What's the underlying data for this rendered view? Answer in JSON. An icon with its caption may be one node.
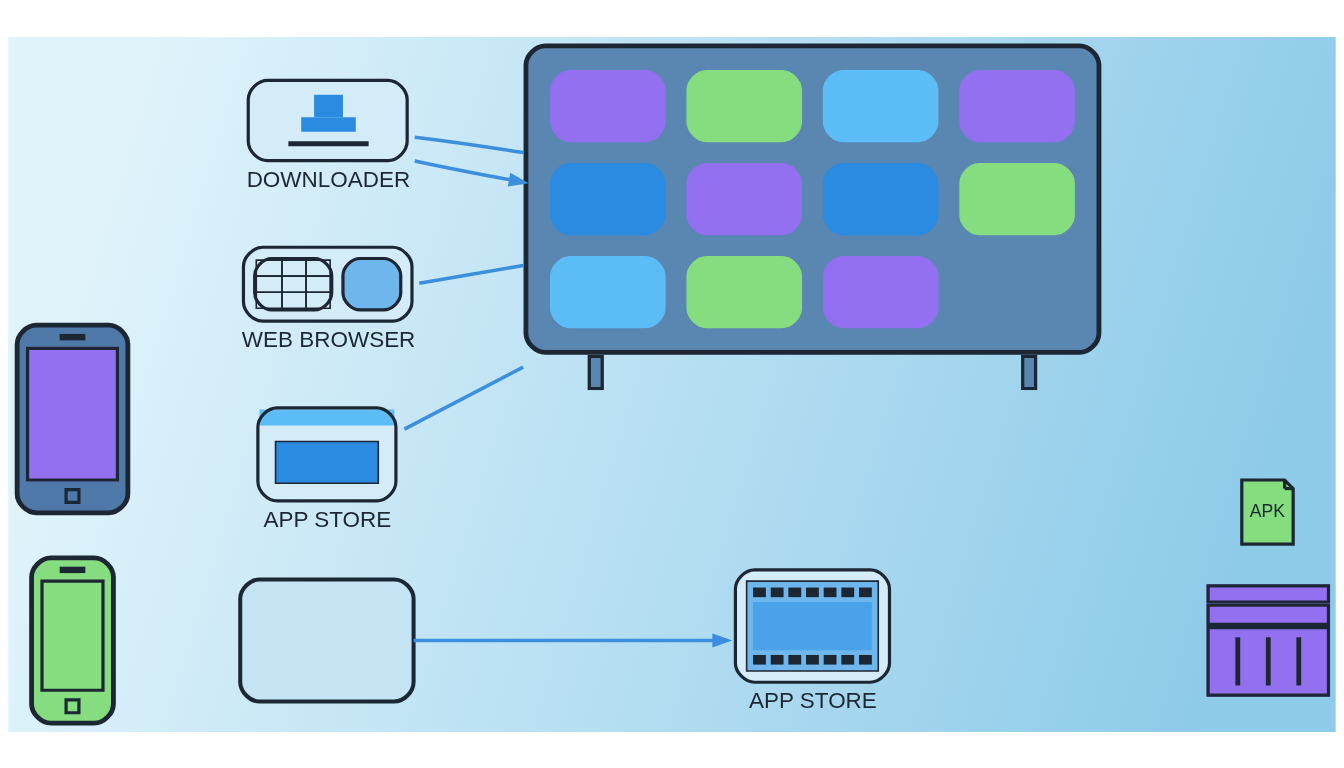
{
  "diagram": {
    "nodes": [
      {
        "text": [],
        "shape": "picture"
      },
      {
        "text": [
          "DOWNLOADER"
        ]
      },
      {
        "text": [],
        "shape": "picture"
      },
      {
        "text": [],
        "shape": "picture"
      },
      {
        "text": [
          "WEB BROWSER"
        ]
      },
      {
        "text": [
          "APP STORE"
        ]
      },
      {
        "text": [],
        "shape": "box"
      },
      {
        "text": [
          "APP STORE"
        ]
      },
      {
        "text": [
          "APK"
        ]
      },
      {
        "text": [],
        "shape": "picture"
      }
    ],
    "edges": [
      {
        "from": 1,
        "to": 2,
        "arrow": "to"
      },
      {
        "from": 1,
        "to": 2,
        "arrow": "none"
      },
      {
        "from": 4,
        "to": 2,
        "arrow": "none"
      },
      {
        "from": 5,
        "to": 2,
        "arrow": "none"
      },
      {
        "from": 6,
        "to": 7,
        "arrow": "to"
      }
    ]
  }
}
